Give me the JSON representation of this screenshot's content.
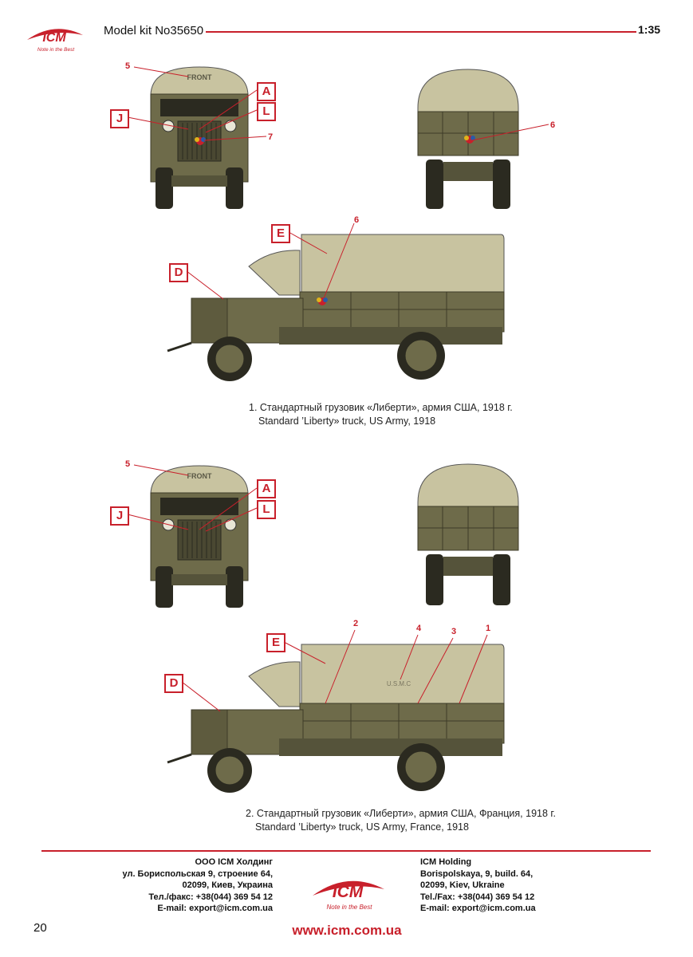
{
  "header": {
    "kit_label": "Model kit No35650",
    "scale": "1:35"
  },
  "brand": {
    "name": "ICM",
    "tagline": "Note in the Best",
    "accent": "#c8202b"
  },
  "colors": {
    "olive": "#6e6b4a",
    "olive_dark": "#55533a",
    "canvas": "#c8c3a0",
    "marking_red": "#c8202b"
  },
  "scheme1": {
    "callouts": [
      "A",
      "L",
      "J",
      "E",
      "D"
    ],
    "numbers": [
      "5",
      "7",
      "6",
      "6"
    ],
    "hood_text": "FRONT",
    "caption_ru": "1. Стандартный грузовик «Либерти», армия США, 1918 г.",
    "caption_en": "Standard ’Liberty» truck, US Army, 1918"
  },
  "scheme2": {
    "callouts": [
      "A",
      "L",
      "J",
      "E",
      "D"
    ],
    "numbers": [
      "5",
      "2",
      "4",
      "3",
      "1"
    ],
    "hood_text": "FRONT",
    "side_text": "U.S.M.C",
    "caption_ru": "2. Стандартный грузовик «Либерти», армия США, Франция, 1918 г.",
    "caption_en": "Standard ’Liberty» truck, US Army, France, 1918"
  },
  "footer": {
    "ru": [
      "ООО ICM Холдинг",
      "ул. Бориспольская 9, строение 64,",
      "02099, Киев, Украина",
      "Тел./факс: +38(044) 369 54 12",
      "E-mail: export@icm.com.ua"
    ],
    "en": [
      "ICM Holding",
      "Borispolskaya, 9, build. 64,",
      "02099, Kiev, Ukraine",
      "Tel./Fax: +38(044) 369 54 12",
      "E-mail: export@icm.com.ua"
    ],
    "url": "www.icm.com.ua",
    "page_number": "20"
  }
}
